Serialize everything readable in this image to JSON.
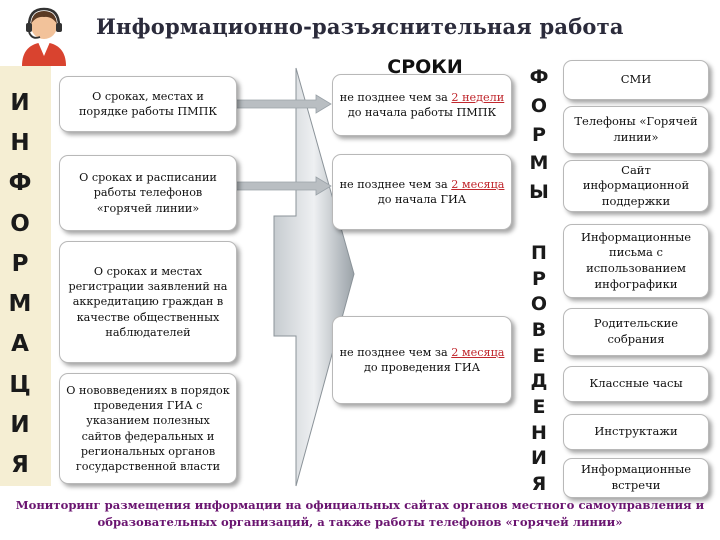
{
  "header": {
    "title": "Информационно-разъяснительная работа",
    "subtitle": "СРОКИ"
  },
  "left_vertical": "ИНФОРМАЦИЯ",
  "right_vertical_top": "ФОРМЫ",
  "right_vertical_bottom": "ПРОВЕДЕНИЯ",
  "info_items": [
    "О сроках, местах и порядке работы ПМПК",
    "О сроках и расписании работы телефонов «горячей линии»",
    "О сроках и местах регистрации заявлений на аккредитацию граждан в качестве общественных наблюдателей",
    "О нововведениях в порядок проведения ГИА с указанием полезных сайтов федеральных и региональных органов государственной власти"
  ],
  "deadlines": [
    {
      "before": "не позднее чем за",
      "highlight": "2 недели",
      "after": "до начала работы ПМПК"
    },
    {
      "before": "не позднее чем за",
      "highlight": "2 месяца",
      "after": "до начала ГИА"
    },
    {
      "before": "не позднее чем за",
      "highlight": "2 месяца",
      "after": "до проведения ГИА"
    }
  ],
  "forms": [
    "СМИ",
    "Телефоны «Горячей линии»",
    "Сайт информационной поддержки",
    "Информационные письма с использованием инфографики",
    "Родительские собрания",
    "Классные часы",
    "Инструктажи",
    "Информационные встречи"
  ],
  "footer": "Мониторинг размещения информации на официальных сайтах органов местного самоуправления и образовательных организаций, а также работы телефонов «горячей линии»",
  "colors": {
    "highlight": "#c0272d",
    "footer": "#6a1470",
    "panel": "#f5eed3",
    "arrow": "#a6adb3"
  },
  "icons": [
    "operator-headset-icon"
  ]
}
